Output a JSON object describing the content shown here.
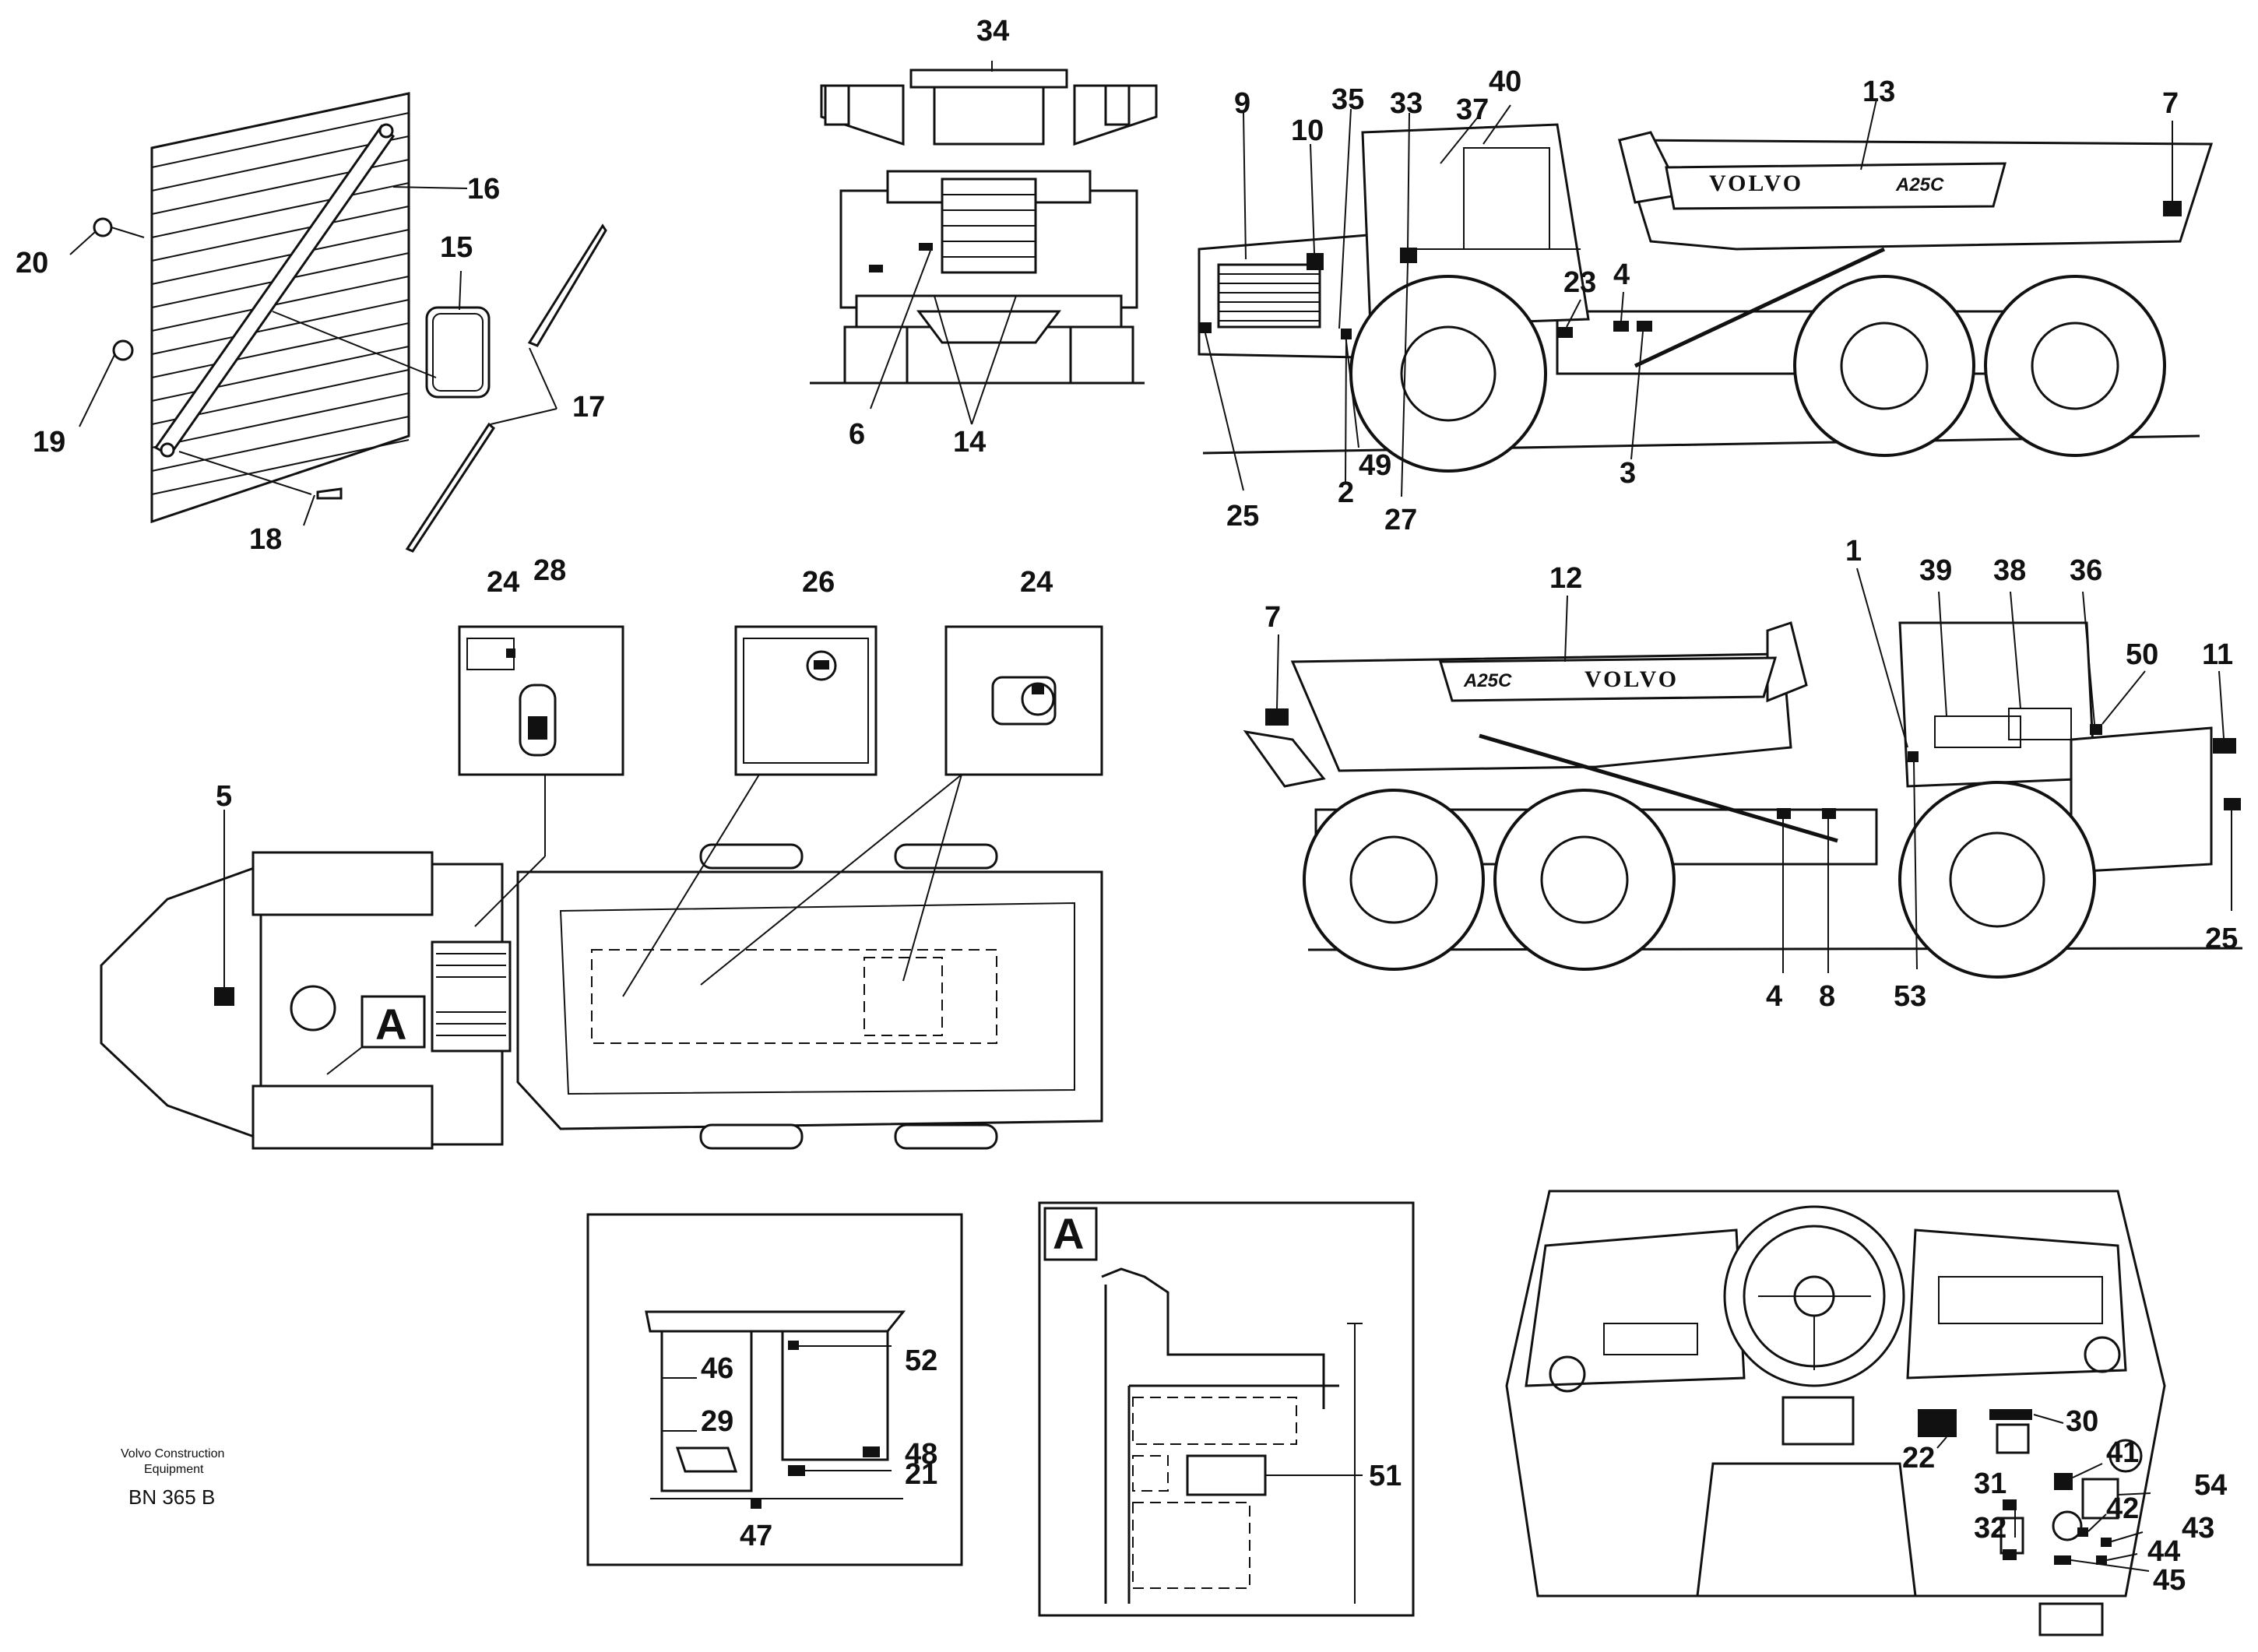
{
  "labels": {
    "p1": "1",
    "p2": "2",
    "p3": "3",
    "p4": "4",
    "p4b": "4",
    "p5": "5",
    "p6": "6",
    "p7": "7",
    "p7b": "7",
    "p8": "8",
    "p9": "9",
    "p10": "10",
    "p11": "11",
    "p12": "12",
    "p13": "13",
    "p14": "14",
    "p15": "15",
    "p16": "16",
    "p17": "17",
    "p18": "18",
    "p19": "19",
    "p20": "20",
    "p21": "21",
    "p22": "22",
    "p23": "23",
    "p24": "24",
    "p24b": "24",
    "p25": "25",
    "p25b": "25",
    "p26": "26",
    "p27": "27",
    "p28": "28",
    "p29": "29",
    "p30": "30",
    "p31": "31",
    "p32": "32",
    "p33": "33",
    "p34": "34",
    "p35": "35",
    "p36": "36",
    "p37": "37",
    "p38": "38",
    "p39": "39",
    "p40": "40",
    "p41": "41",
    "p42": "42",
    "p43": "43",
    "p44": "44",
    "p45": "45",
    "p46": "46",
    "p47": "47",
    "p48": "48",
    "p49": "49",
    "p50": "50",
    "p51": "51",
    "p52": "52",
    "p53": "53",
    "p54": "54"
  },
  "detail_marker": "A",
  "detail_marker_ref": "A",
  "truck_logo": "VOLVO",
  "truck_logo_b": "VOLVO",
  "model_badge": "A25C",
  "model_badge_b": "A25C",
  "footer": {
    "company_line1": "Volvo Construction",
    "company_line2": "Equipment",
    "drawing_code": "BN 365 B"
  }
}
